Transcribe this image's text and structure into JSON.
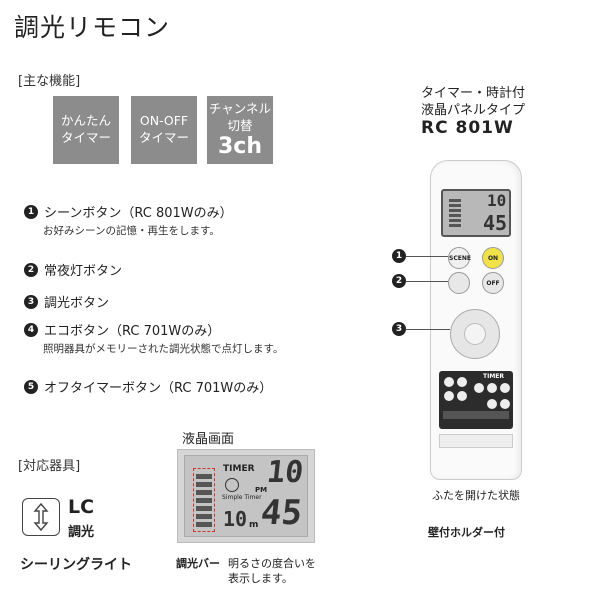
{
  "page_title": "調光リモコン",
  "features_label": "[主な機能]",
  "features": [
    {
      "line1": "かんたん",
      "line2": "タイマー"
    },
    {
      "line1": "ON-OFF",
      "line2": "タイマー"
    },
    {
      "line1": "チャンネル",
      "line2": "切替",
      "line3": "3ch"
    }
  ],
  "items": [
    {
      "num": "1",
      "label": "シーンボタン（RC 801Wのみ）",
      "desc": "お好みシーンの記憶・再生をします。"
    },
    {
      "num": "2",
      "label": "常夜灯ボタン",
      "desc": ""
    },
    {
      "num": "3",
      "label": "調光ボタン",
      "desc": ""
    },
    {
      "num": "4",
      "label": "エコボタン（RC 701Wのみ）",
      "desc": "照明器具がメモリーされた調光状態で点灯します。"
    },
    {
      "num": "5",
      "label": "オフタイマーボタン（RC 701Wのみ）",
      "desc": ""
    }
  ],
  "lcd": {
    "title": "液晶画面",
    "timer_label": "TIMER",
    "pm_label": "PM",
    "hour": "10",
    "minute": "45",
    "timer_small": "10",
    "unit_m": "m",
    "simple_timer": "Simple Timer",
    "bar_label": "調光バー",
    "bar_desc_line1": "明るさの度合いを",
    "bar_desc_line2": "表示します。"
  },
  "compatible": {
    "label": "[対応器具]",
    "lc": "LC",
    "dimming": "調光",
    "ceiling_light": "シーリングライト"
  },
  "remote": {
    "type_line1": "タイマー・時計付",
    "type_line2": "液晶パネルタイプ",
    "model": "RC 801W",
    "caption": "ふたを開けた状態",
    "holder": "壁付ホルダー付",
    "btn_scene": "SCENE",
    "btn_on": "ON",
    "btn_off": "OFF",
    "panel_timer": "TIMER",
    "callouts": [
      "1",
      "2",
      "3"
    ]
  },
  "colors": {
    "feature_bg": "#8c8c8c",
    "on_button": "#f2e24a",
    "bar_dash": "#d0342c"
  }
}
